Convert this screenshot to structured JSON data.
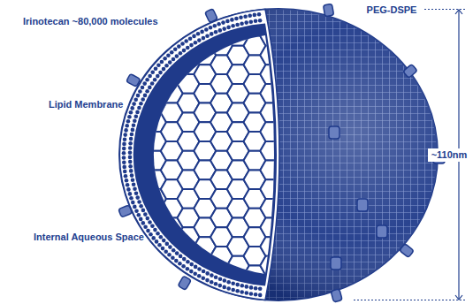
{
  "diagram": {
    "labels": [
      "Irinotecan ~80,000 molecules",
      "Lipid Membrane",
      "Internal Aqueous Space",
      "PEG-DSPE",
      "~110nm"
    ]
  }
}
